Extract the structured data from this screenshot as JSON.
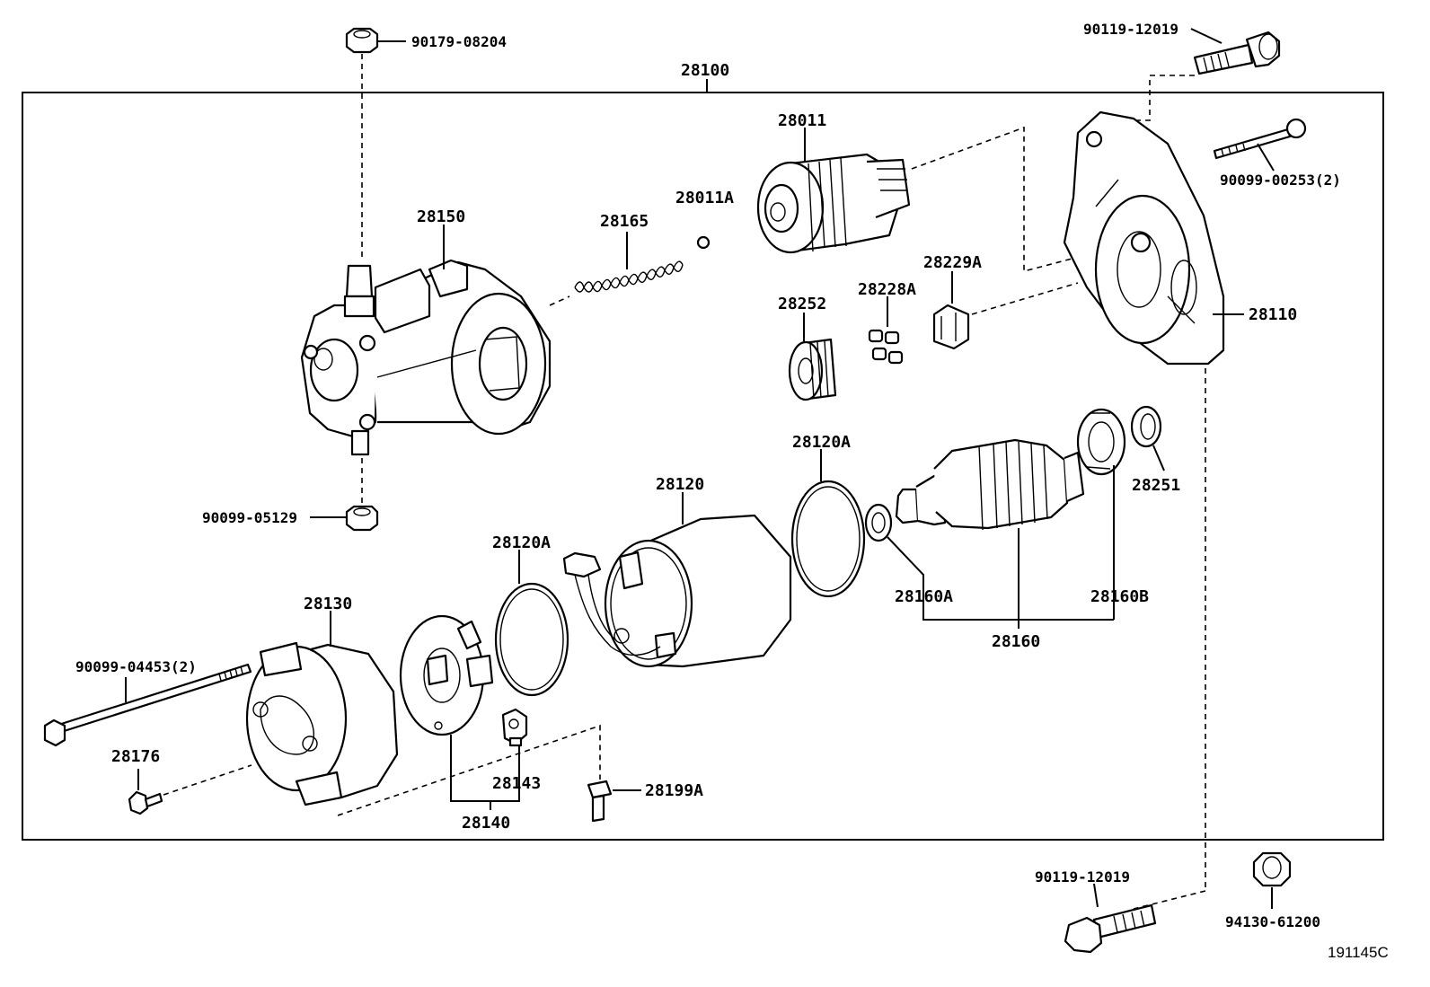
{
  "diagram_code": "191145C",
  "assembly_label": "28100",
  "parts": {
    "p90179_08204": "90179-08204",
    "p90119_12019_top": "90119-12019",
    "p90099_00253": "90099-00253(2)",
    "p28011": "28011",
    "p28011A": "28011A",
    "p28165": "28165",
    "p28150": "28150",
    "p28229A": "28229A",
    "p28228A": "28228A",
    "p28252": "28252",
    "p28110": "28110",
    "p90099_05129": "90099-05129",
    "p28120A_right": "28120A",
    "p28120": "28120",
    "p28120A_left": "28120A",
    "p28251": "28251",
    "p28160A": "28160A",
    "p28160B": "28160B",
    "p28160": "28160",
    "p28130": "28130",
    "p90099_04453": "90099-04453(2)",
    "p28176": "28176",
    "p28143": "28143",
    "p28199A": "28199A",
    "p28140": "28140",
    "p90119_12019_bottom": "90119-12019",
    "p94130_61200": "94130-61200"
  }
}
